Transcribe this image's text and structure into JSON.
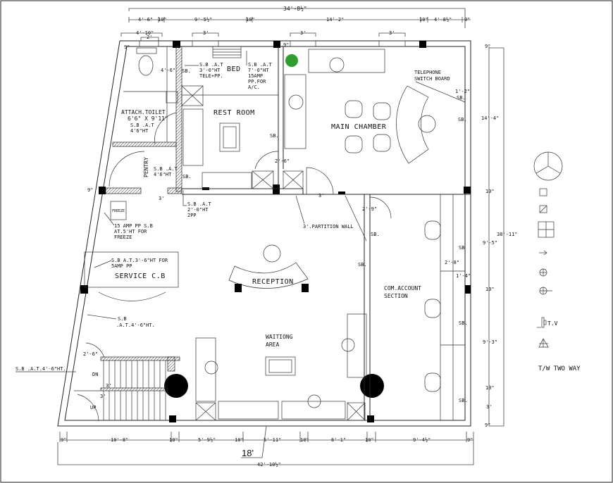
{
  "drawing": {
    "top_dims": {
      "overall": "34'-8½\"",
      "segments": [
        "4'-6\"",
        "10\"",
        "9'-5½\"",
        "10\"",
        "14'-2\"",
        "10\"",
        "4'-8½\"",
        "9\""
      ],
      "windows": [
        "4'-10\"",
        "2'",
        "3'",
        "3'",
        "3'"
      ]
    },
    "bottom_dims": {
      "segments": [
        "9\"",
        "10'-8\"",
        "10\"",
        "5'-9½\"",
        "10\"",
        "5'-11\"",
        "10\"",
        "6'-1\"",
        "10\"",
        "9'-4½\"",
        "9\""
      ],
      "callout": "18'",
      "overall": "42'-10½\""
    },
    "right_dims": {
      "segments": [
        "9\"",
        "14'-4\"",
        "10\"",
        "9'-5\"",
        "10\"",
        "9'-3\"",
        "10\"",
        "3'",
        "9\""
      ],
      "overall": "38'-11\""
    },
    "rooms": {
      "bed": "BED",
      "rest_room": "REST ROOM",
      "main_chamber": "MAIN CHAMBER",
      "attach_toilet": "ATTACH.TOILET",
      "attach_toilet_size": "6'6\" X 9'11\"",
      "pentry": "PENTRY",
      "service_cb": "SERVICE C.B",
      "reception": "RECEPTION",
      "waiting_1": "WAITIONG",
      "waiting_2": "AREA",
      "com_account_1": "COM.ACCOUNT",
      "com_account_2": "SECTION",
      "freeze": "FREEZE"
    },
    "notes": {
      "sb_tele_1": "S.B .A.T",
      "sb_tele_2": "3'-0\"HT",
      "sb_tele_3": "TELE+PP.",
      "sb_ac_1": "S.B .A.T",
      "sb_ac_2": "7'-0\"HT",
      "sb_ac_3": "15AMP",
      "sb_ac_4": "PP.FOR",
      "sb_ac_5": "A/C.",
      "sb_toilet_1": "S.B .A.T",
      "sb_toilet_2": "4'6\"HT",
      "sb_pentry_1": "S.B .A.T",
      "sb_pentry_2": "4'6\"HT",
      "sb_2pp_1": "S.B .A.T",
      "sb_2pp_2": "2'-0\"HT",
      "sb_2pp_3": "2PP",
      "freeze_1": "15 AMP PP S.B",
      "freeze_2": "AT.5'HT FOR",
      "freeze_3": "FREEZE",
      "service_1": "S.B A.T.3'-6\"HT FOR",
      "service_2": "5AMP PP",
      "sb_left_1": "S.B",
      "sb_left_2": ".A.T.4'-6\"HT.",
      "sb_stair": "S.B .A.T.4'-6\"HT.",
      "telephone_1": "TELEPHONE",
      "telephone_2": "SWITCH BOARD",
      "partition": "3'.PARTITION WALL",
      "sb": "SB.",
      "sb_short": "SB",
      "dn": "DN",
      "up": "UP",
      "d_4_6": "4'-6\"",
      "d_2_6a": "2'-6\"",
      "d_2_6b": "2'-6\"",
      "d_2_9": "2'-9\"",
      "d_2_8": "2'-8\"",
      "d_1_4": "1'-4\"",
      "d_1_2": "1'-2\"",
      "d_3": "3'",
      "d_9": "9\""
    },
    "legend": {
      "tv": "T.V",
      "two_way": "T/W TWO WAY",
      "symbols": [
        "ceiling-fan-icon",
        "switch-box-icon",
        "switch-board-icon",
        "light-grid-icon",
        "arrow-icon",
        "light-point-icon",
        "bracket-light-icon",
        "tv-icon",
        "telephone-icon"
      ]
    },
    "colors": {
      "line": "#222222",
      "plant": "#2e9e2e"
    }
  }
}
